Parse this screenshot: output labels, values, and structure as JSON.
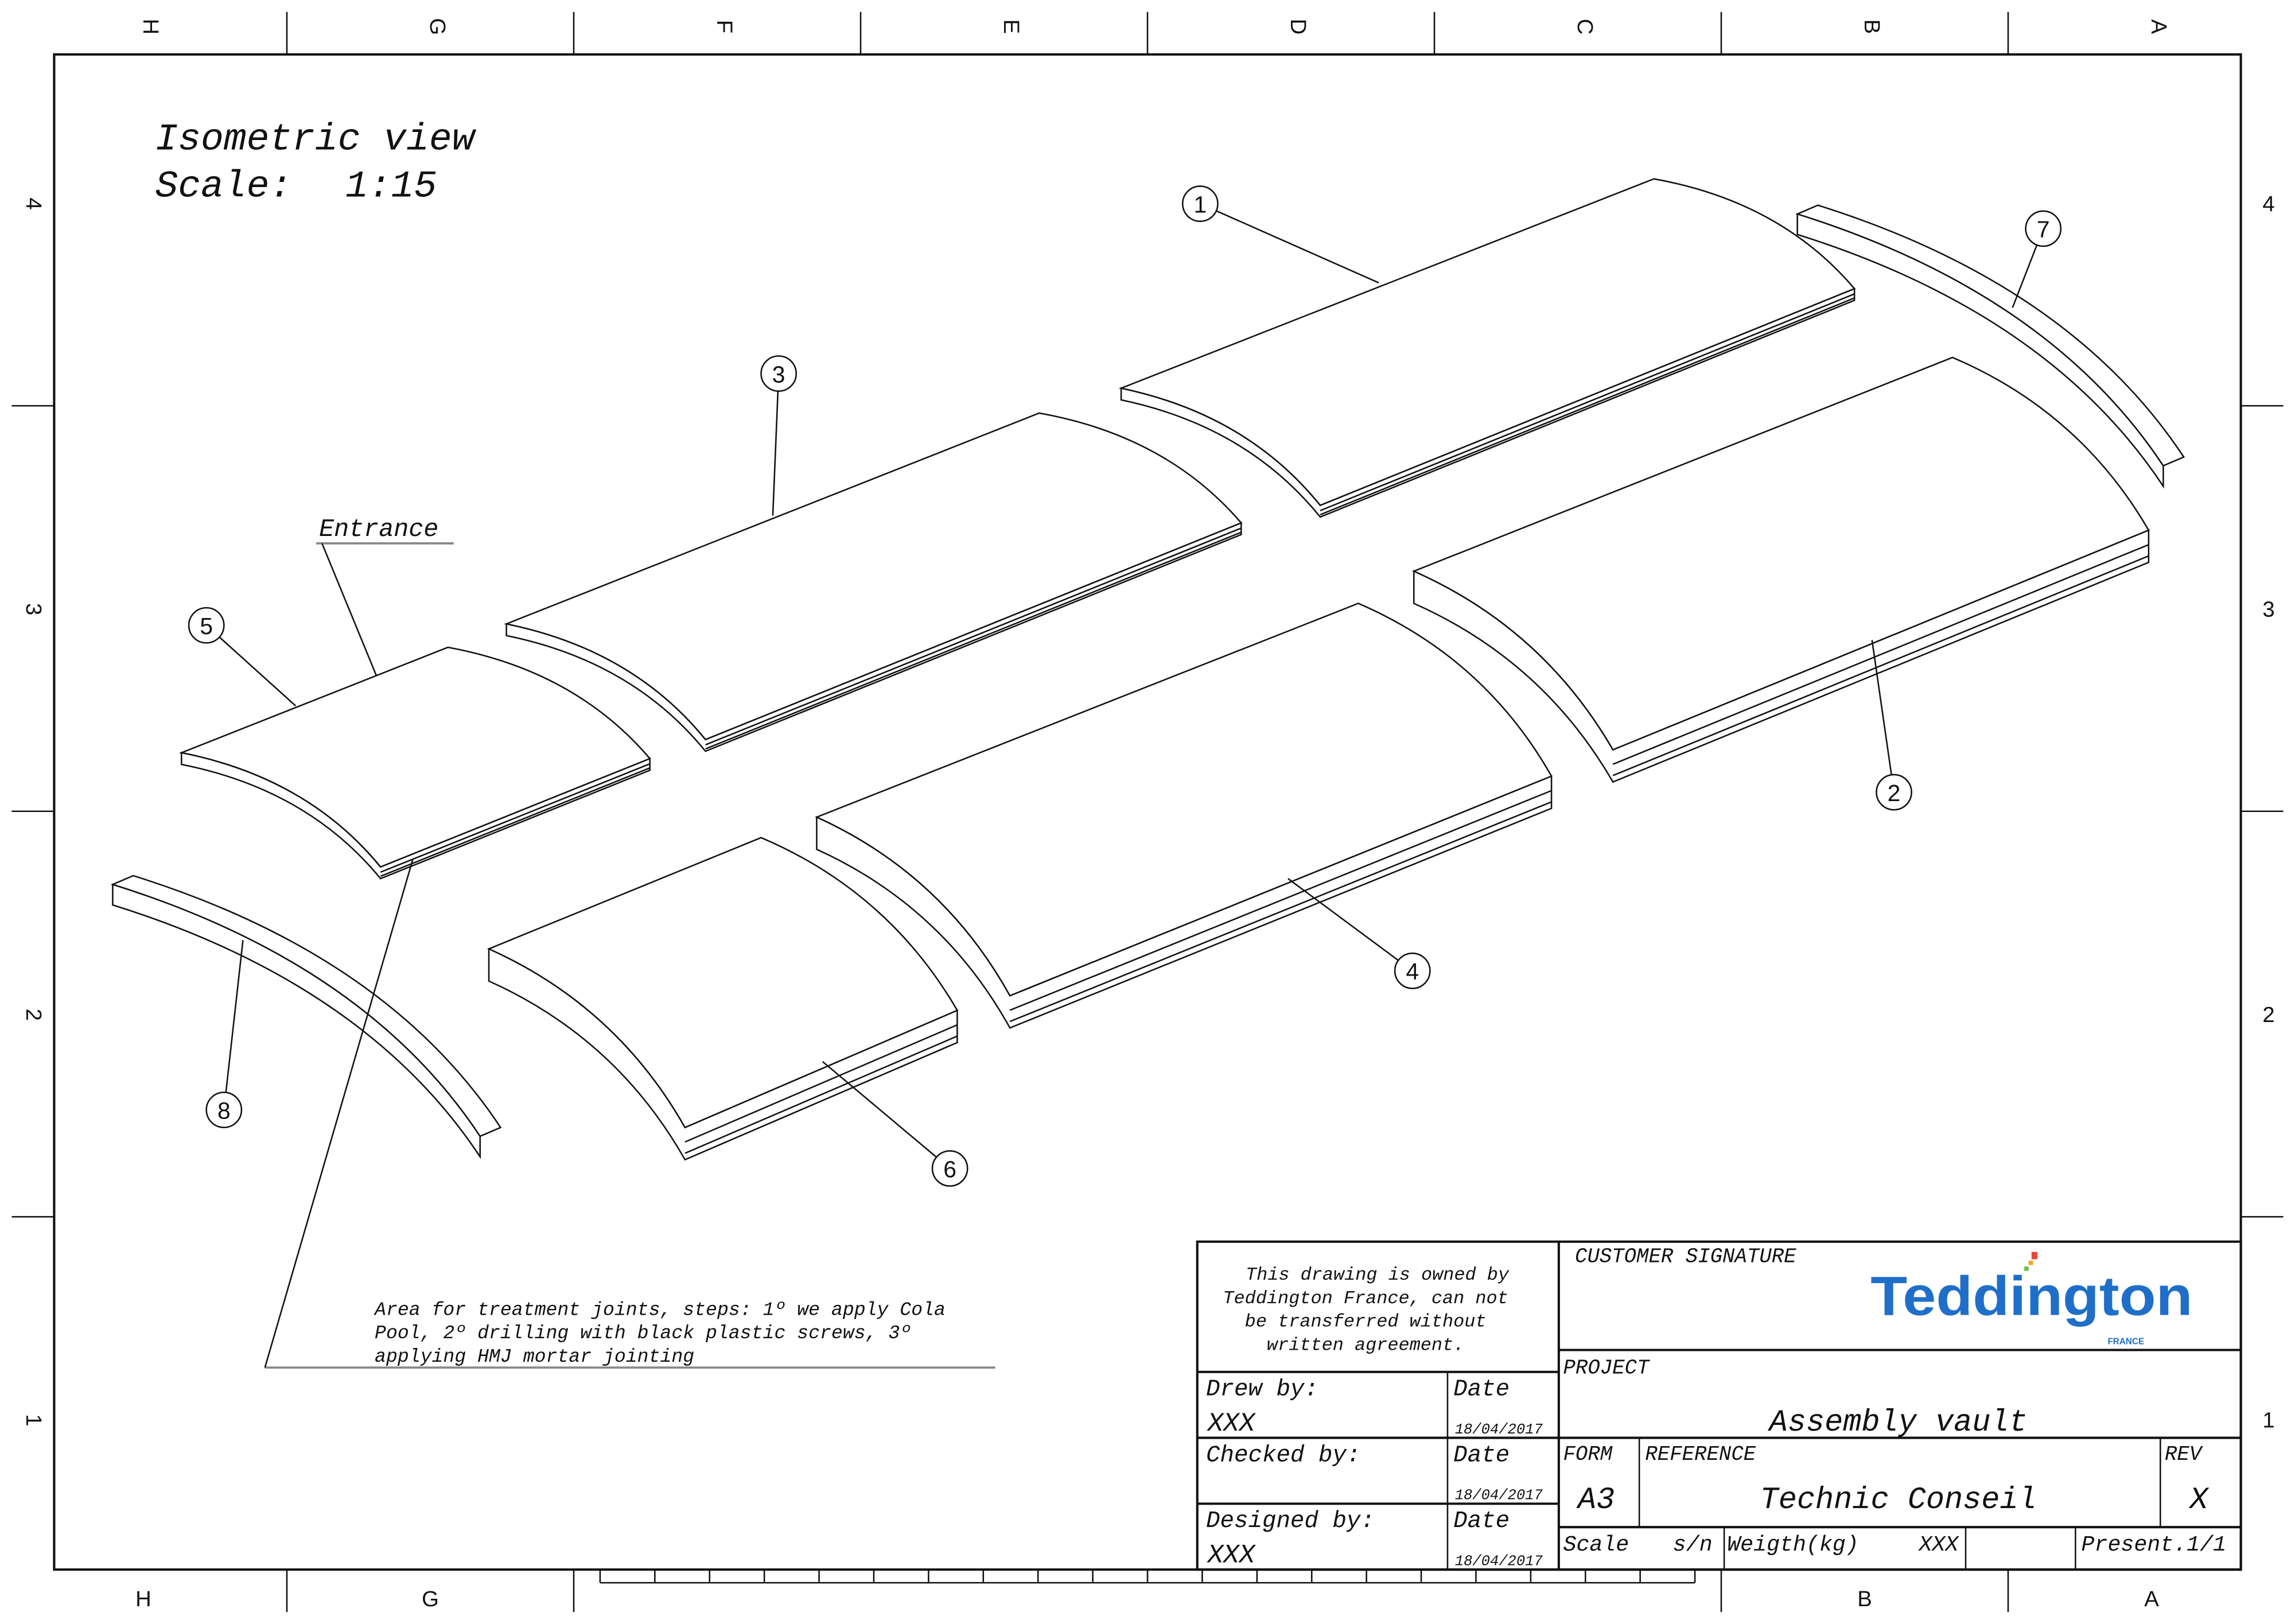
{
  "border": {
    "columns": [
      "H",
      "G",
      "F",
      "E",
      "D",
      "C",
      "B",
      "A"
    ],
    "rows": [
      "4",
      "3",
      "2",
      "1"
    ],
    "bottom_columns": [
      "H",
      "G",
      "B",
      "A"
    ]
  },
  "view": {
    "title": "Isometric view",
    "scale_label": "Scale:",
    "scale_value": "1:15"
  },
  "annotations": {
    "entrance": "Entrance",
    "note_lines": [
      "Area for treatment joints, steps: 1º we apply Cola",
      "Pool, 2º drilling with black plastic screws, 3º",
      "applying HMJ mortar jointing"
    ]
  },
  "balloons": [
    "1",
    "2",
    "3",
    "4",
    "5",
    "6",
    "7",
    "8"
  ],
  "title_block": {
    "ownership_lines": [
      "This drawing is owned by",
      "Teddington France, can not",
      "be transferred without",
      "written agreement."
    ],
    "customer_signature": "CUSTOMER SIGNATURE",
    "logo": {
      "text": "Teddington",
      "sub": "FRANCE",
      "color": "#1f6fc8"
    },
    "drew_by_label": "Drew by:",
    "drew_by": "XXX",
    "checked_by_label": "Checked by:",
    "designed_by_label": "Designed by:",
    "designed_by": "XXX",
    "date_label": "Date",
    "dates": [
      "18/04/2017",
      "18/04/2017",
      "18/04/2017"
    ],
    "project_label": "PROJECT",
    "project": "Assembly vault",
    "form_label": "FORM",
    "form": "A3",
    "reference_label": "REFERENCE",
    "reference": "Technic Conseil",
    "rev_label": "REV",
    "rev": "X",
    "scale_label": "Scale",
    "scale": "s/n",
    "weight_label": "Weigth(kg)",
    "weight": "XXX",
    "present": "Present.1/1"
  }
}
